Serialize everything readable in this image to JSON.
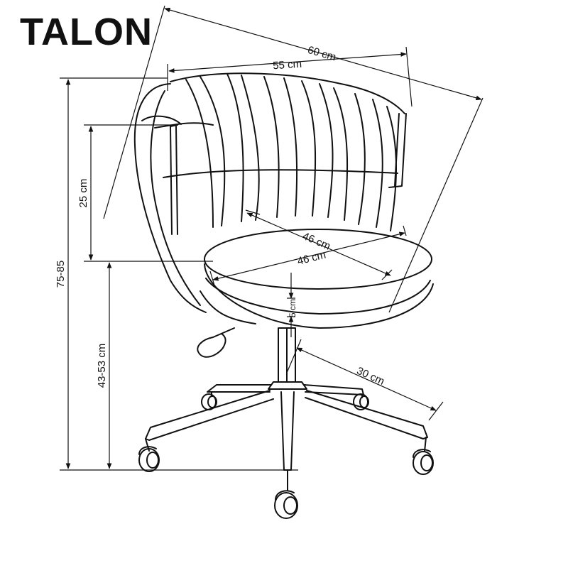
{
  "title": "TALON",
  "dimensions": {
    "overall_width": "60 cm",
    "inner_width": "55 cm",
    "backrest_height": "25 cm",
    "total_height": "75-85",
    "seat_height": "43-53 cm",
    "seat_depth": "46 cm",
    "seat_width": "46 cm",
    "seat_thickness": "5 cm",
    "base_radius": "30 cm"
  },
  "colors": {
    "line": "#111111",
    "background": "#ffffff"
  }
}
